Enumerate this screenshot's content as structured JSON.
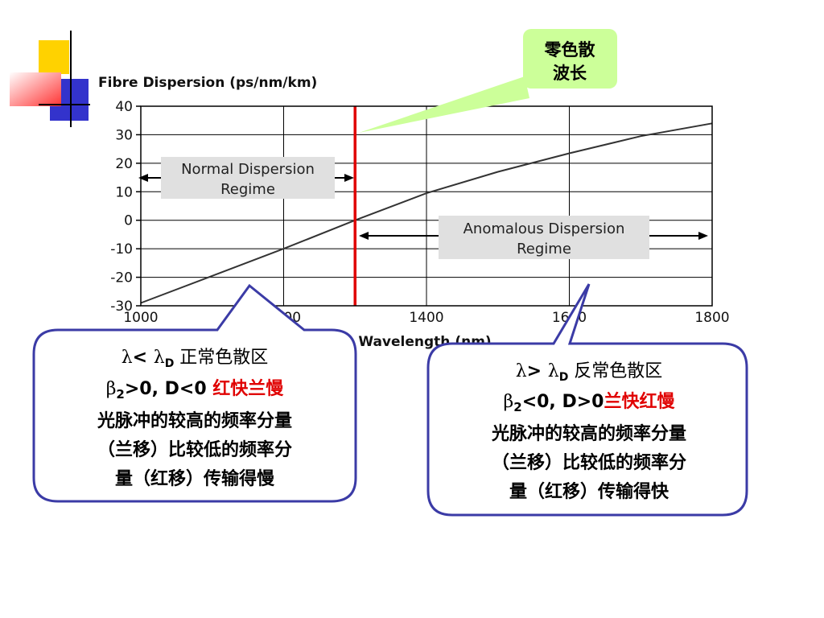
{
  "chart_data": {
    "type": "line",
    "title": "Fibre Dispersion (ps/nm/km)",
    "xlabel": "Wavelength (nm)",
    "ylabel": "",
    "xlim": [
      1000,
      1800
    ],
    "ylim": [
      -30,
      40
    ],
    "x_ticks": [
      1000,
      1200,
      1400,
      1600,
      1800
    ],
    "y_ticks": [
      40,
      30,
      20,
      10,
      0,
      -10,
      -20,
      -30
    ],
    "grid": true,
    "series": [
      {
        "x": [
          1000,
          1100,
          1200,
          1300,
          1400,
          1500,
          1600,
          1700,
          1800
        ],
        "y": [
          -29,
          -19.5,
          -10,
          0,
          9.5,
          17,
          23.5,
          29.5,
          34
        ]
      }
    ],
    "zero_dispersion_wavelength": 1300,
    "regions": {
      "normal": {
        "label_line1": "Normal Dispersion",
        "label_line2": "Regime"
      },
      "anomalous": {
        "label_line1": "Anomalous Dispersion",
        "label_line2": "Regime"
      }
    }
  },
  "callout_top": {
    "line1": "零色散",
    "line2": "波长"
  },
  "callout_left": {
    "lambda": "λ",
    "lt": "< ",
    "lambda_d": "λ",
    "sub_d": "D",
    "regime": " 正常色散区",
    "beta": "β",
    "sub_2": "2",
    "cond": ">0, D<0 ",
    "red": "红快兰慢",
    "text1": "光脉冲的较高的频率分量",
    "text2": "（兰移）比较低的频率分",
    "text3": "量（红移）传输得慢"
  },
  "callout_right": {
    "lambda": "λ",
    "gt": "> ",
    "lambda_d": "λ",
    "sub_d": "D",
    "regime": " 反常色散区",
    "beta": "β",
    "sub_2": "2",
    "cond": "<0, D>0",
    "red": "兰快红慢",
    "text1": "光脉冲的较高的频率分量",
    "text2": "（兰移）比较低的频率分",
    "text3": "量（红移）传输得快"
  },
  "colors": {
    "callout_border": "#3b3ba6",
    "callout_top_fill": "#ccff99",
    "red_line": "#e00000",
    "curve": "#333333",
    "label_box": "#e0e0e0"
  }
}
